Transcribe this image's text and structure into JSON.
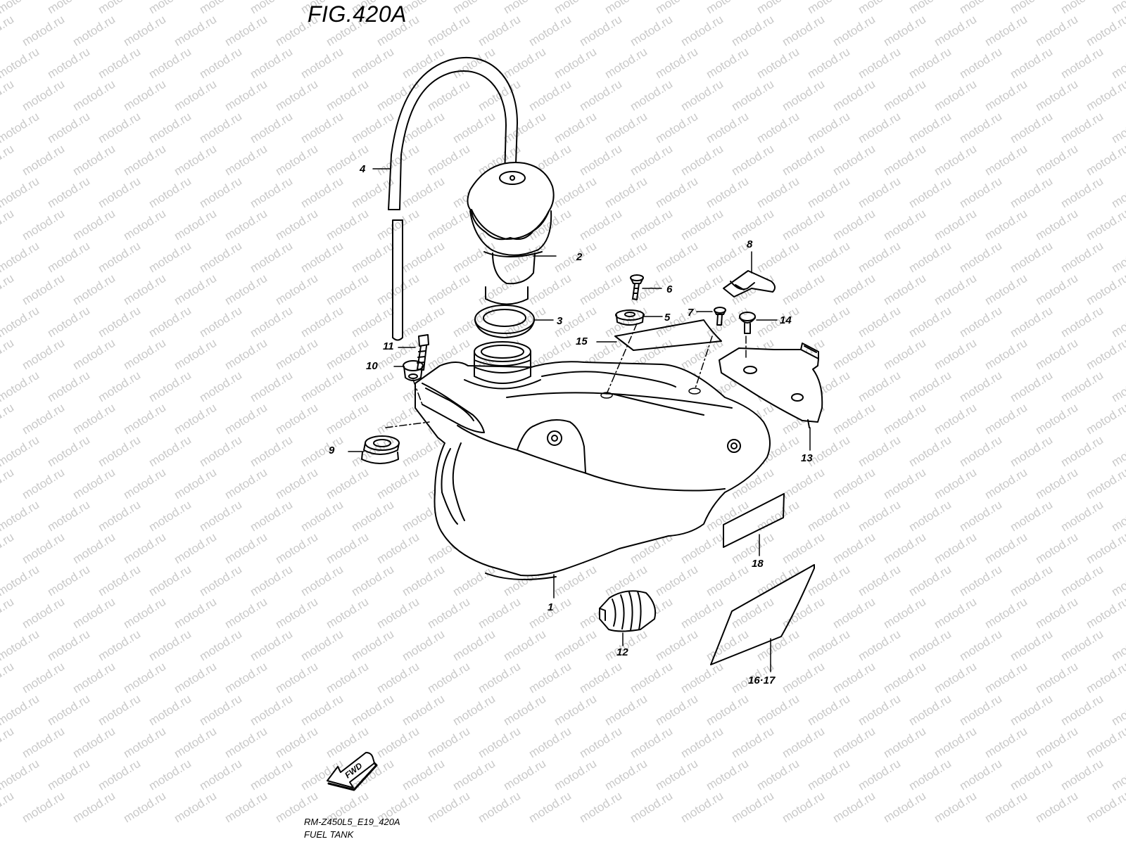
{
  "figure": {
    "title": "FIG.420A",
    "watermark_text": "motod.ru",
    "direction_label": "FWD"
  },
  "callouts": {
    "c1": "1",
    "c2": "2",
    "c3": "3",
    "c4": "4",
    "c5": "5",
    "c6": "6",
    "c7": "7",
    "c8": "8",
    "c9": "9",
    "c10": "10",
    "c11": "11",
    "c12": "12",
    "c13": "13",
    "c14": "14",
    "c15": "15",
    "c16_17": "16·17",
    "c18": "18"
  },
  "footer": {
    "code": "RM-Z450L5_E19_420A",
    "name": "FUEL TANK"
  }
}
